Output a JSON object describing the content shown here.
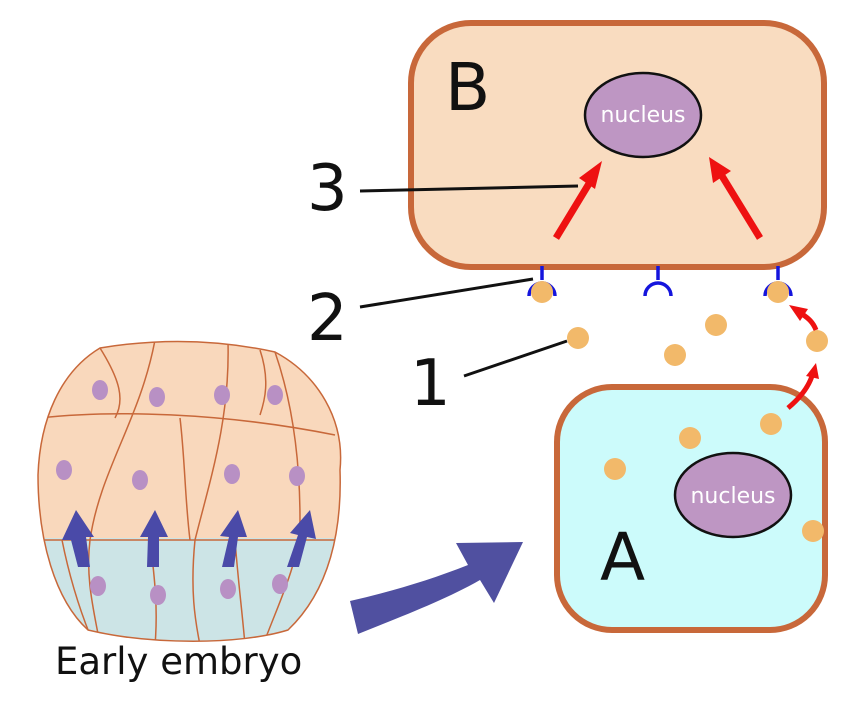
{
  "cell_b": {
    "label": "B",
    "nucleus_label": "nucleus"
  },
  "cell_a": {
    "label": "A",
    "nucleus_label": "nucleus"
  },
  "callouts": {
    "one": "1",
    "two": "2",
    "three": "3"
  },
  "embryo": {
    "caption": "Early embryo"
  },
  "colors": {
    "cell_b_fill": "#f9dcc0",
    "cell_a_fill": "#ccfbfb",
    "cell_border": "#c8683a",
    "nucleus_fill": "#be96c3",
    "signal_molecule": "#f2b96a",
    "receptor": "#1515dd",
    "signal_arrow": "#ee1111",
    "big_arrow": "#5050a0",
    "embryo_top": "#f9d8bc",
    "embryo_bottom": "#cce4e6",
    "embryo_cell_nucleus": "#b890c4"
  }
}
